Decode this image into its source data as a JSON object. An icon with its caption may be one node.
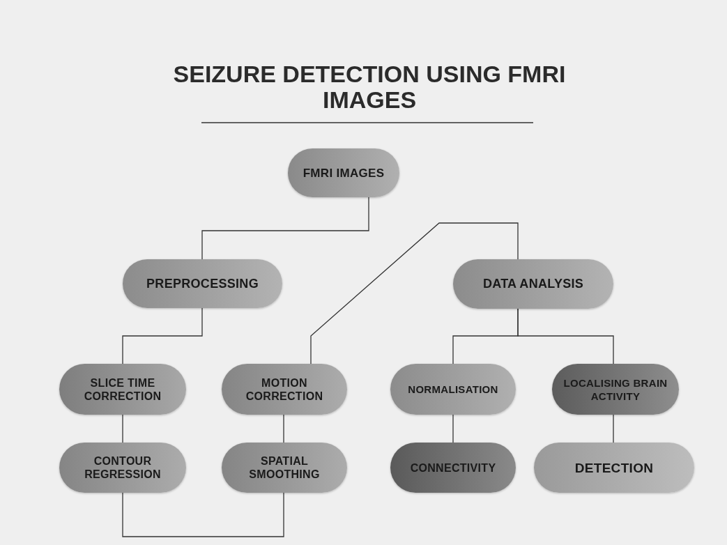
{
  "diagram": {
    "title": "SEIZURE DETECTION USING FMRI IMAGES",
    "nodes": [
      {
        "text": [
          "FMRI IMAGES"
        ]
      },
      {
        "text": [
          "PREPROCESSING"
        ]
      },
      {
        "text": [
          "DATA ANALYSIS"
        ]
      },
      {
        "text": [
          "SLICE TIME CORRECTION"
        ]
      },
      {
        "text": [
          "MOTION CORRECTION"
        ]
      },
      {
        "text": [
          "NORMALISATION"
        ]
      },
      {
        "text": [
          "LOCALISING BRAIN ACTIVITY"
        ]
      },
      {
        "text": [
          "CONTOUR REGRESSION"
        ]
      },
      {
        "text": [
          "SPATIAL SMOOTHING"
        ]
      },
      {
        "text": [
          "CONNECTIVITY"
        ]
      },
      {
        "text": [
          "DETECTION"
        ]
      }
    ],
    "edges": [
      {
        "from": 0,
        "to": 1,
        "arrow": "none"
      },
      {
        "from": 1,
        "to": 3,
        "arrow": "none"
      },
      {
        "from": 4,
        "to": 2,
        "arrow": "none"
      },
      {
        "from": 2,
        "to": 5,
        "arrow": "none"
      },
      {
        "from": 2,
        "to": 6,
        "arrow": "none"
      },
      {
        "from": 3,
        "to": 7,
        "arrow": "none"
      },
      {
        "from": 4,
        "to": 8,
        "arrow": "none"
      },
      {
        "from": 5,
        "to": 9,
        "arrow": "none"
      },
      {
        "from": 6,
        "to": 10,
        "arrow": "none"
      },
      {
        "from": 7,
        "to": 8,
        "arrow": "none"
      }
    ]
  }
}
